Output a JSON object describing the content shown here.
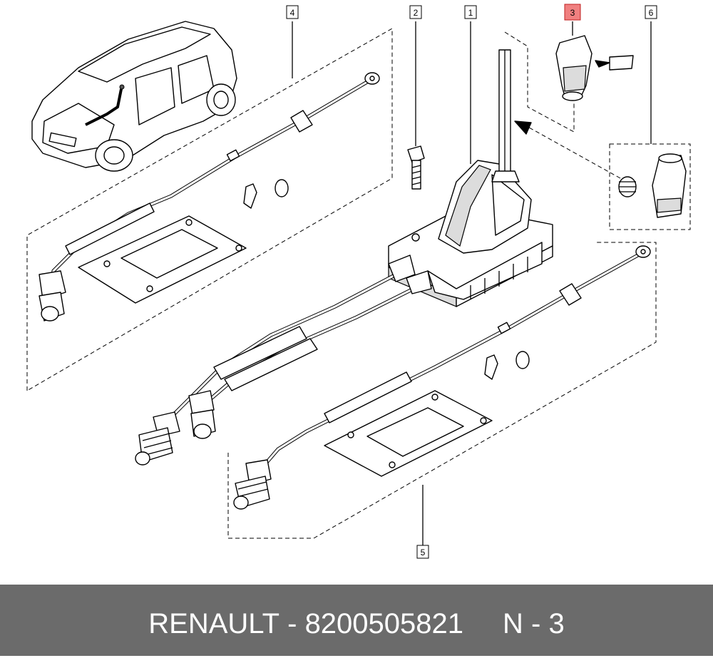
{
  "callouts": [
    {
      "id": "4",
      "highlighted": false
    },
    {
      "id": "2",
      "highlighted": false
    },
    {
      "id": "1",
      "highlighted": false
    },
    {
      "id": "3",
      "highlighted": true
    },
    {
      "id": "6",
      "highlighted": false
    },
    {
      "id": "5",
      "highlighted": false
    }
  ],
  "footer": {
    "brand": "RENAULT",
    "separator": " - ",
    "part_number": "8200505821",
    "position_label": "N - 3"
  },
  "colors": {
    "footer_background": "#6b6b6b",
    "footer_text": "#ffffff",
    "highlight_box": "#f08080"
  }
}
